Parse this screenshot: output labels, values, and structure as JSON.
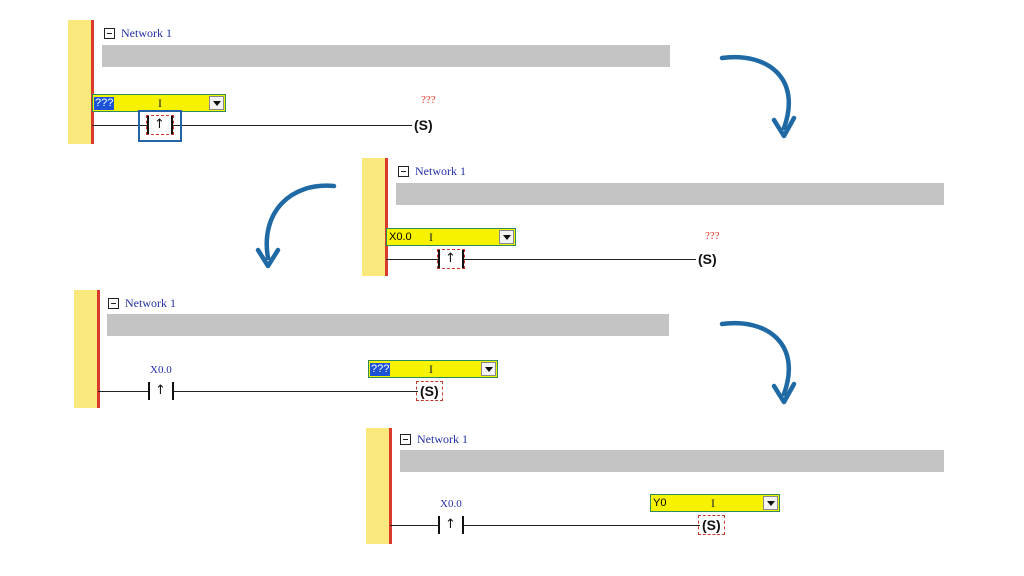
{
  "panels": [
    {
      "network_label": "Network 1",
      "dropdown": {
        "value": "???",
        "selected": true
      },
      "coil_operand": "???",
      "coil_symbol": "(S)",
      "contact_operand": "",
      "contact_symbol": "↑"
    },
    {
      "network_label": "Network 1",
      "dropdown": {
        "value": "X0.0",
        "selected": false
      },
      "coil_operand": "???",
      "coil_symbol": "(S)",
      "contact_operand": "",
      "contact_symbol": "↑"
    },
    {
      "network_label": "Network 1",
      "dropdown": {
        "value": "???",
        "selected": true
      },
      "coil_operand": "",
      "coil_symbol": "(S)",
      "contact_operand": "X0.0",
      "contact_symbol": "↑"
    },
    {
      "network_label": "Network 1",
      "dropdown": {
        "value": "Y0",
        "selected": false
      },
      "coil_operand": "",
      "coil_symbol": "(S)",
      "contact_operand": "X0.0",
      "contact_symbol": "↑"
    }
  ],
  "colors": {
    "rail_yellow": "#f9e87c",
    "rail_red": "#d93a2b",
    "dropdown_bg": "#f7f200",
    "selection_blue": "#1a53d8",
    "flow_arrow": "#1f6aa5",
    "operand_blue": "#2430a8",
    "placeholder_red": "#e23b2e"
  },
  "icons": {
    "collapse": "minus-box-icon",
    "contact": "rising-edge-contact-icon",
    "coil": "set-coil-icon",
    "flow": "curved-arrow-icon"
  }
}
